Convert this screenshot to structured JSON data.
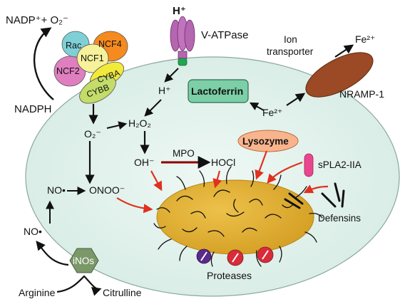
{
  "labels": {
    "nadp_plus": "NADP⁺+ O₂⁻",
    "nadph": "NADPH",
    "h_plus_top": "H⁺",
    "v_atpase": "V-ATPase",
    "h_plus_mid": "H⁺",
    "ion_transporter_1": "Ion",
    "ion_transporter_2": "transporter",
    "fe_top": "Fe²⁺",
    "nramp1": "NRAMP-1",
    "lactoferrin": "Lactoferrin",
    "fe_mid": "Fe²⁺",
    "o2_minus": "O₂⁻",
    "h2o2": "H₂O₂",
    "oh_minus": "OH⁻",
    "mpo": "MPO",
    "hocl": "HOCl",
    "lysozyme": "Lysozyme",
    "spla2": "sPLA2-IIA",
    "no_radical_1": "NO•",
    "onoo": "ONOO⁻",
    "no_radical_2": "NO•",
    "inos": "iNOs",
    "arginine": "Arginine",
    "citrulline": "Citrulline",
    "defensins": "Defensins",
    "proteases": "Proteases"
  },
  "nadph_oxidase": {
    "rac": "Rac",
    "ncf4": "NCF4",
    "ncf1": "NCF1",
    "ncf2": "NCF2",
    "cyba": "CYBA",
    "cybb": "CYBB"
  },
  "colors": {
    "cell_fill": "#e4f2ee",
    "phagosome_fill": "#deab2b",
    "rac": "#7fd0d6",
    "ncf4": "#f58a1f",
    "ncf1": "#f6f19a",
    "ncf2": "#e07fbf",
    "cyba": "#f2ea3a",
    "cybb": "#c3dc6a",
    "vatpase": "#b566b0",
    "vatpase_stem": "#23a550",
    "nramp": "#9b4a25",
    "lactoferrin": "#7ccfa7",
    "lysozyme": "#f8b48d",
    "spla2": "#e8478e",
    "inos": "#7a9868",
    "red_arrow": "#e0301f",
    "mpo_arrow": "#8b0000",
    "protease_purple": "#5a2a8c",
    "protease_red": "#d92b3a"
  }
}
